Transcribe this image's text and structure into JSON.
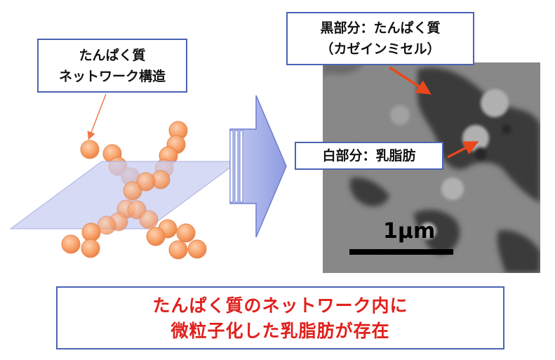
{
  "network_label": {
    "line1": "たんぱく質",
    "line2": "ネットワーク構造"
  },
  "black_label": {
    "line1": "黒部分：たんぱく質",
    "line2": "（カゼインミセル）"
  },
  "white_label": {
    "text": "白部分：乳脂肪"
  },
  "scale_bar": {
    "text": "1μm"
  },
  "summary": {
    "line1": "たんぱく質のネットワーク内に",
    "line2": "微粒子化した乳脂肪が存在"
  },
  "colors": {
    "box_border": "#4a63b4",
    "summary_text": "#e0201c",
    "arrow_red": "#e8481c",
    "sphere_fill": "#f8a46c",
    "plane_fill": "#c9cdf0",
    "big_arrow_fill": "#aab4e8"
  }
}
